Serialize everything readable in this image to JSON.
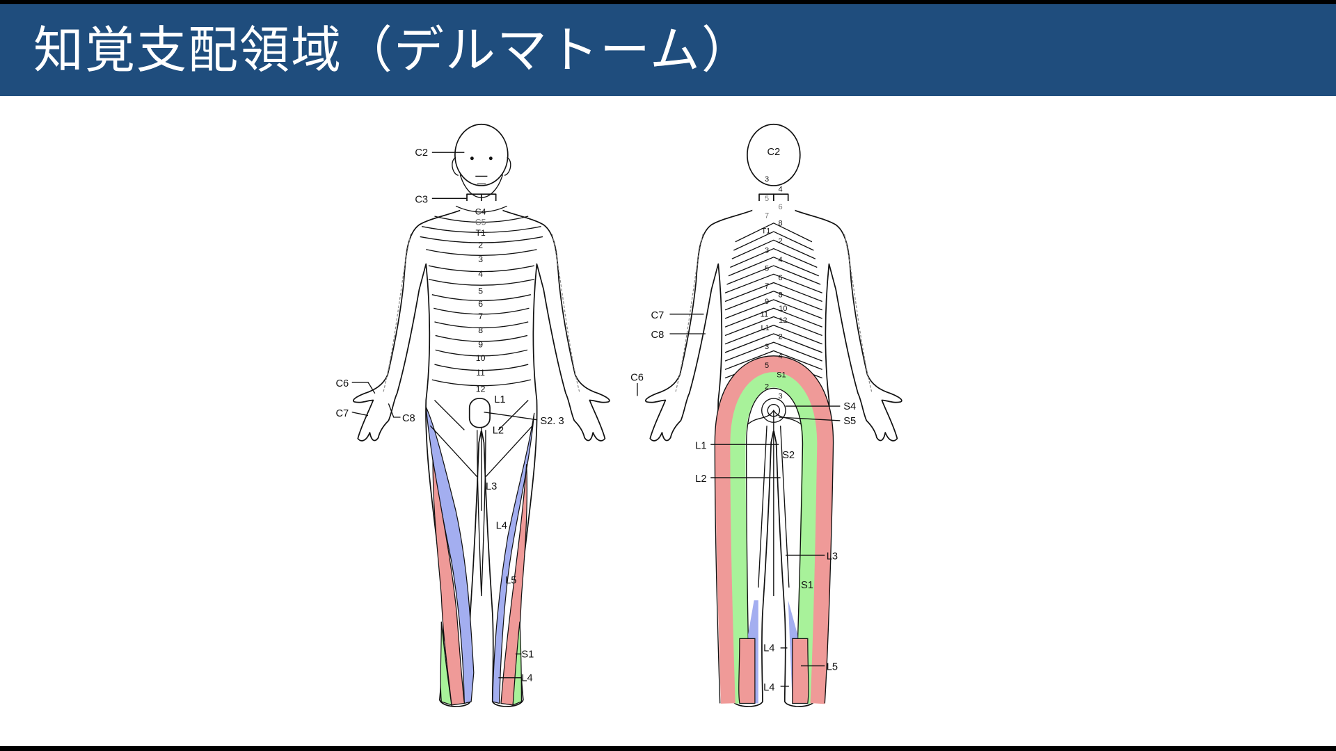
{
  "slide": {
    "title": "知覚支配領域（デルマトーム）"
  },
  "colors": {
    "header": "#1f4d7d",
    "blue_region": "#a3aef0",
    "red_region": "#ef9a98",
    "green_region": "#a8f29a"
  },
  "front": {
    "labels": [
      "C2",
      "C3",
      "C4",
      "C5",
      "T1",
      "2",
      "3",
      "4",
      "5",
      "6",
      "7",
      "8",
      "9",
      "10",
      "11",
      "12",
      "L1",
      "L2",
      "S2. 3",
      "C6",
      "C7",
      "C8",
      "L3",
      "L4",
      "L5",
      "S1",
      "L4"
    ]
  },
  "back": {
    "labels": [
      "C2",
      "3",
      "4",
      "5",
      "6",
      "7",
      "8",
      "T1",
      "2",
      "3",
      "4",
      "5",
      "6",
      "7",
      "8",
      "9",
      "10",
      "11",
      "12",
      "L1",
      "2",
      "3",
      "4",
      "5",
      "S1",
      "2",
      "3",
      "S4",
      "S5",
      "C7",
      "C8",
      "C6",
      "L1",
      "S2",
      "L2",
      "L3",
      "S1",
      "L4",
      "L5",
      "L4"
    ]
  }
}
